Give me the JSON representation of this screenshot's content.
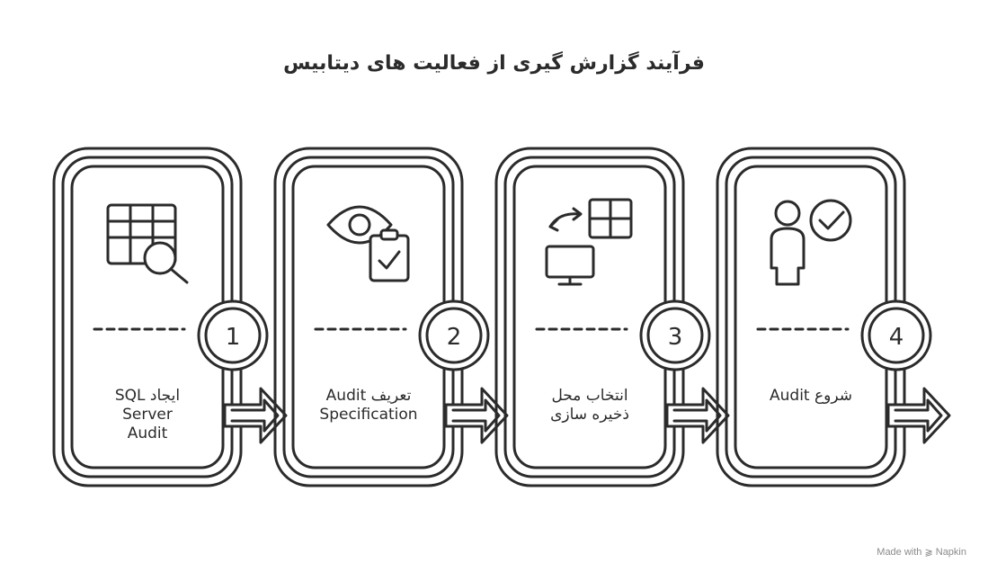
{
  "title": "فرآیند گزارش گیری از فعالیت های دیتابیس",
  "steps": [
    {
      "number": "1",
      "label": "SQL ایجاد\nServer\nAudit",
      "icon": "table-search-icon"
    },
    {
      "number": "2",
      "label": "Audit تعریف\nSpecification",
      "icon": "eye-clipboard-icon"
    },
    {
      "number": "3",
      "label": "انتخاب محل\nذخیره سازی",
      "icon": "monitor-table-icon"
    },
    {
      "number": "4",
      "label": "Audit شروع",
      "icon": "person-check-icon"
    }
  ],
  "footer": "Made with ⫺ Napkin",
  "colors": {
    "stroke": "#2b2b2b",
    "background": "#ffffff",
    "footer": "#8a8a8a"
  }
}
